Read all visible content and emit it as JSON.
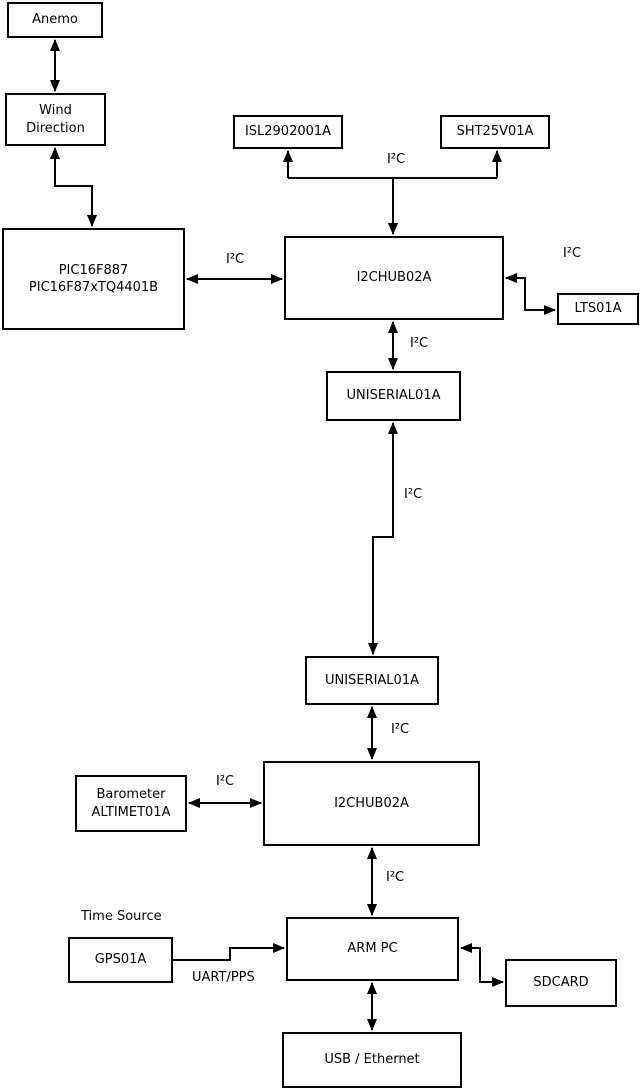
{
  "diagram": {
    "boxes": {
      "anemo": {
        "label": "Anemo"
      },
      "wind_direction": {
        "label": "Wind\nDirection"
      },
      "pic": {
        "label": "PIC16F887\nPIC16F87xTQ4401B"
      },
      "isl": {
        "label": "ISL2902001A"
      },
      "sht": {
        "label": "SHT25V01A"
      },
      "i2c_hub_1": {
        "label": "I2CHUB02A"
      },
      "lts": {
        "label": "LTS01A"
      },
      "uniserial_1": {
        "label": "UNISERIAL01A"
      },
      "uniserial_2": {
        "label": "UNISERIAL01A"
      },
      "i2c_hub_2": {
        "label": "I2CHUB02A"
      },
      "barometer": {
        "label": "Barometer\nALTIMET01A"
      },
      "gps": {
        "label": "GPS01A"
      },
      "arm_pc": {
        "label": "ARM PC"
      },
      "sdcard": {
        "label": "SDCARD"
      },
      "usb_ethernet": {
        "label": "USB / Ethernet"
      }
    },
    "labels": {
      "i2c_sensors": "I²C",
      "i2c_pic_hub1": "I²C",
      "i2c_hub1_lts": "I²C",
      "i2c_hub1_uni1": "I²C",
      "i2c_uni_link": "I²C",
      "i2c_uni2_hub2": "I²C",
      "i2c_barometer": "I²C",
      "i2c_hub2_arm": "I²C",
      "time_source": "Time Source",
      "uart_pps": "UART/PPS"
    },
    "colors": {
      "line": "#000000",
      "box_fill": "#ffffff",
      "background": "#ffffff",
      "text": "#000000"
    }
  }
}
